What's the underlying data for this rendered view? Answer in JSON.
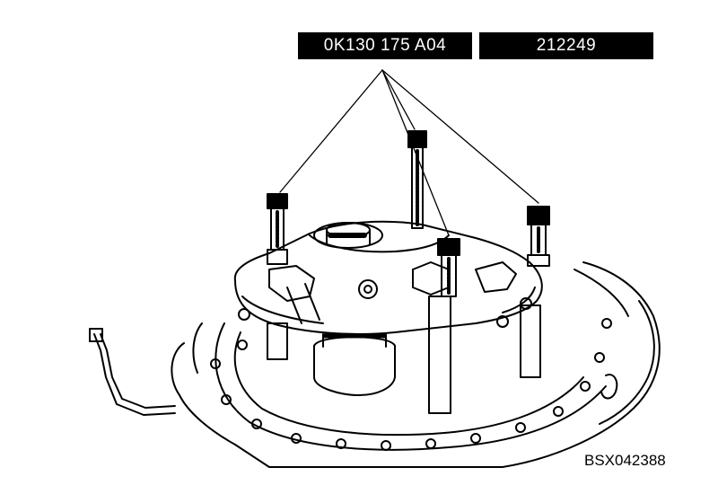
{
  "labels": {
    "part_number": "0K130 175 A04",
    "tool_number": "212249"
  },
  "figure_code": "BSX042388",
  "colors": {
    "ink": "#000000",
    "paper": "#ffffff"
  }
}
